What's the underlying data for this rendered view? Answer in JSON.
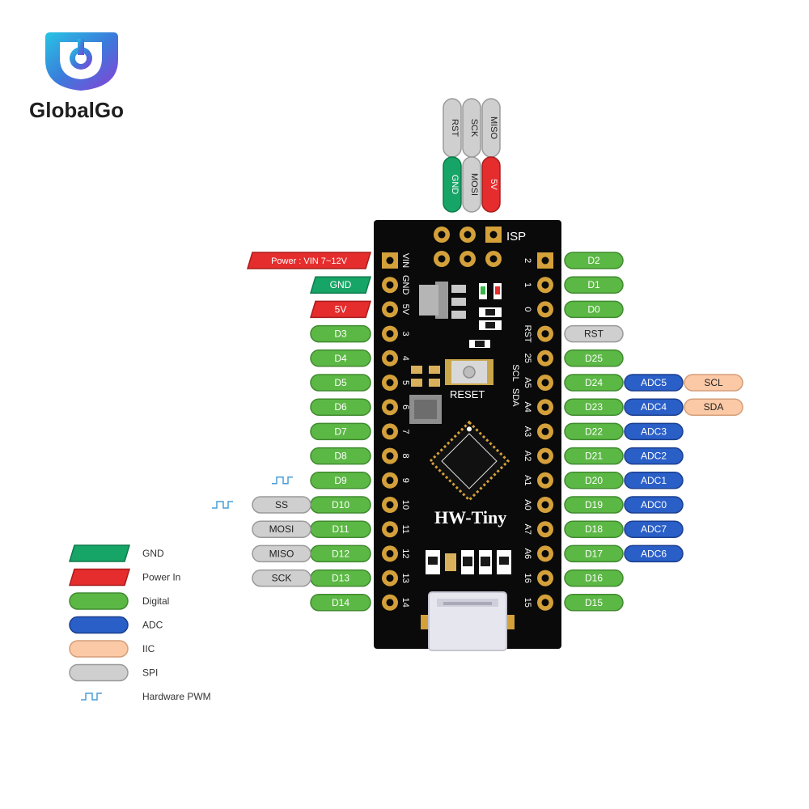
{
  "brand": {
    "name": "GlobalGo"
  },
  "board": {
    "name": "HW-Tiny",
    "isp_label": "ISP",
    "reset_label": "RESET"
  },
  "isp_header": {
    "top": [
      "RST",
      "SCK",
      "MISO"
    ],
    "bottom": [
      "GND",
      "MOSI",
      "5V"
    ]
  },
  "left_pins": [
    {
      "silk": "VIN",
      "labels": [
        {
          "text": "Power : VIN  7~12V",
          "type": "power"
        }
      ]
    },
    {
      "silk": "GND",
      "labels": [
        {
          "text": "GND",
          "type": "gnd"
        }
      ]
    },
    {
      "silk": "5V",
      "labels": [
        {
          "text": "5V",
          "type": "power"
        }
      ]
    },
    {
      "silk": "3",
      "labels": [
        {
          "text": "D3",
          "type": "digital"
        }
      ]
    },
    {
      "silk": "4",
      "labels": [
        {
          "text": "D4",
          "type": "digital"
        }
      ]
    },
    {
      "silk": "5",
      "labels": [
        {
          "text": "D5",
          "type": "digital"
        }
      ]
    },
    {
      "silk": "6",
      "labels": [
        {
          "text": "D6",
          "type": "digital"
        }
      ]
    },
    {
      "silk": "7",
      "labels": [
        {
          "text": "D7",
          "type": "digital"
        }
      ]
    },
    {
      "silk": "8",
      "labels": [
        {
          "text": "D8",
          "type": "digital"
        }
      ]
    },
    {
      "silk": "9",
      "pwm": true,
      "labels": [
        {
          "text": "D9",
          "type": "digital"
        }
      ]
    },
    {
      "silk": "10",
      "pwm": true,
      "labels": [
        {
          "text": "D10",
          "type": "digital"
        },
        {
          "text": "SS",
          "type": "spi"
        }
      ]
    },
    {
      "silk": "11",
      "labels": [
        {
          "text": "D11",
          "type": "digital"
        },
        {
          "text": "MOSI",
          "type": "spi"
        }
      ]
    },
    {
      "silk": "12",
      "labels": [
        {
          "text": "D12",
          "type": "digital"
        },
        {
          "text": "MISO",
          "type": "spi"
        }
      ]
    },
    {
      "silk": "13",
      "labels": [
        {
          "text": "D13",
          "type": "digital"
        },
        {
          "text": "SCK",
          "type": "spi"
        }
      ]
    },
    {
      "silk": "14",
      "labels": [
        {
          "text": "D14",
          "type": "digital"
        }
      ]
    }
  ],
  "right_pins": [
    {
      "silk": "2",
      "labels": [
        {
          "text": "D2",
          "type": "digital"
        }
      ]
    },
    {
      "silk": "1",
      "labels": [
        {
          "text": "D1",
          "type": "digital"
        }
      ]
    },
    {
      "silk": "0",
      "labels": [
        {
          "text": "D0",
          "type": "digital"
        }
      ]
    },
    {
      "silk": "RST",
      "labels": [
        {
          "text": "RST",
          "type": "spi"
        }
      ]
    },
    {
      "silk": "25",
      "labels": [
        {
          "text": "D25",
          "type": "digital"
        }
      ]
    },
    {
      "silk": "A5",
      "silk2": "SCL",
      "labels": [
        {
          "text": "D24",
          "type": "digital"
        },
        {
          "text": "ADC5",
          "type": "adc"
        },
        {
          "text": "SCL",
          "type": "iic"
        }
      ]
    },
    {
      "silk": "A4",
      "silk2": "SDA",
      "labels": [
        {
          "text": "D23",
          "type": "digital"
        },
        {
          "text": "ADC4",
          "type": "adc"
        },
        {
          "text": "SDA",
          "type": "iic"
        }
      ]
    },
    {
      "silk": "A3",
      "labels": [
        {
          "text": "D22",
          "type": "digital"
        },
        {
          "text": "ADC3",
          "type": "adc"
        }
      ]
    },
    {
      "silk": "A2",
      "labels": [
        {
          "text": "D21",
          "type": "digital"
        },
        {
          "text": "ADC2",
          "type": "adc"
        }
      ]
    },
    {
      "silk": "A1",
      "labels": [
        {
          "text": "D20",
          "type": "digital"
        },
        {
          "text": "ADC1",
          "type": "adc"
        }
      ]
    },
    {
      "silk": "A0",
      "labels": [
        {
          "text": "D19",
          "type": "digital"
        },
        {
          "text": "ADC0",
          "type": "adc"
        }
      ]
    },
    {
      "silk": "A7",
      "labels": [
        {
          "text": "D18",
          "type": "digital"
        },
        {
          "text": "ADC7",
          "type": "adc"
        }
      ]
    },
    {
      "silk": "A6",
      "labels": [
        {
          "text": "D17",
          "type": "digital"
        },
        {
          "text": "ADC6",
          "type": "adc"
        }
      ]
    },
    {
      "silk": "16",
      "labels": [
        {
          "text": "D16",
          "type": "digital"
        }
      ]
    },
    {
      "silk": "15",
      "labels": [
        {
          "text": "D15",
          "type": "digital"
        }
      ]
    }
  ],
  "legend": [
    {
      "label": "GND",
      "type": "gnd"
    },
    {
      "label": "Power In",
      "type": "power"
    },
    {
      "label": "Digital",
      "type": "digital"
    },
    {
      "label": "ADC",
      "type": "adc"
    },
    {
      "label": "IIC",
      "type": "iic"
    },
    {
      "label": "SPI",
      "type": "spi"
    },
    {
      "label": "Hardware PWM",
      "type": "pwm"
    }
  ],
  "colors": {
    "gnd": "#17a567",
    "power": "#e52d2d",
    "digital": "#5cb845",
    "adc": "#2a5fc8",
    "iic": "#fbc9a6",
    "spi": "#cfcfcf",
    "pwm": "#4a9fd8",
    "board": "#0a0a0a",
    "pad": "#d4a03a"
  }
}
